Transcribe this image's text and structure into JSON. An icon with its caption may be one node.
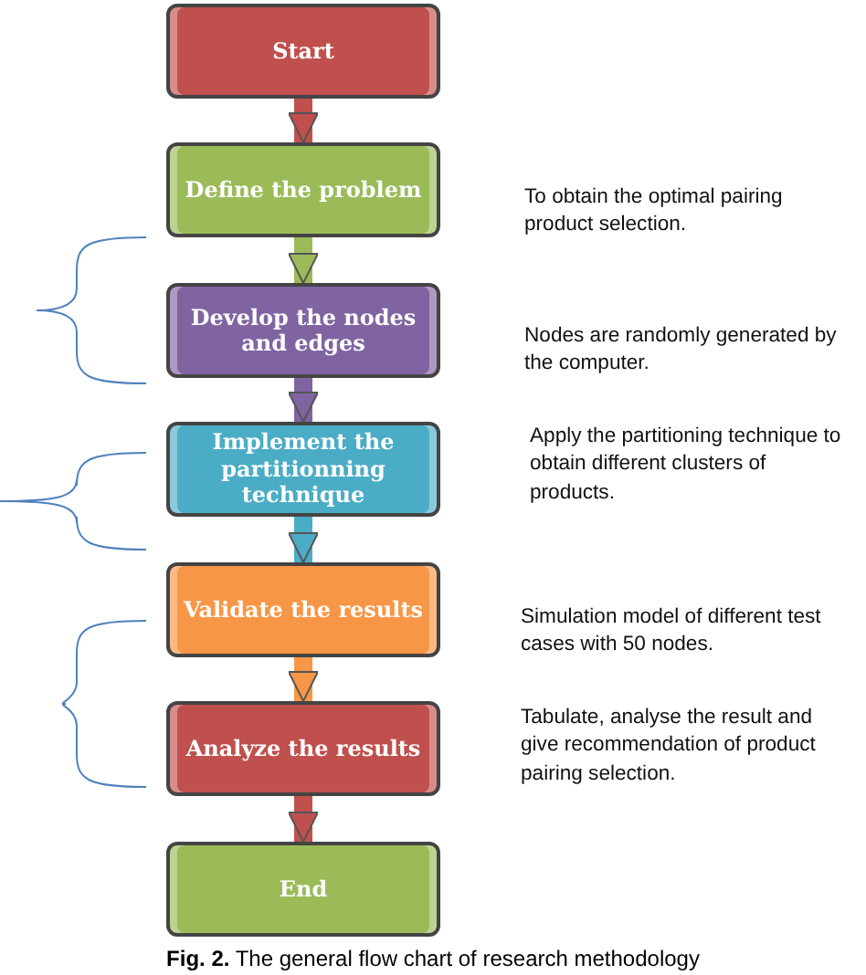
{
  "diagram": {
    "caption": "**Fig. 2.** The general flow chart of research methodology",
    "nodes": [
      {
        "text": [
          "Start"
        ]
      },
      {
        "text": [
          "Define the problem"
        ]
      },
      {
        "text": [
          "Develop the nodes and edges"
        ]
      },
      {
        "text": [
          "Implement the partitionning technique"
        ]
      },
      {
        "text": [
          "Validate the results"
        ]
      },
      {
        "text": [
          "Analyze the results"
        ]
      },
      {
        "text": [
          "End"
        ]
      }
    ],
    "edges": [
      {
        "from": 0,
        "to": 1,
        "arrow": "to",
        "color": "#c0504d"
      },
      {
        "from": 1,
        "to": 2,
        "arrow": "to",
        "color": "#9bbb59"
      },
      {
        "from": 2,
        "to": 3,
        "arrow": "to",
        "color": "#8064a2"
      },
      {
        "from": 3,
        "to": 4,
        "arrow": "to",
        "color": "#4bacc6"
      },
      {
        "from": 4,
        "to": 5,
        "arrow": "to",
        "color": "#f79646"
      },
      {
        "from": 5,
        "to": 6,
        "arrow": "to",
        "color": "#c0504d"
      }
    ],
    "labels": [
      "To obtain the optimal pairing product selection.",
      "Nodes are randomly generated by the computer.",
      "Apply the partitioning technique to obtain different clusters of products.",
      "Simulation model of different test cases with 50 nodes.",
      "Tabulate, analyse the result and give recommendation of product pairing selection."
    ]
  }
}
